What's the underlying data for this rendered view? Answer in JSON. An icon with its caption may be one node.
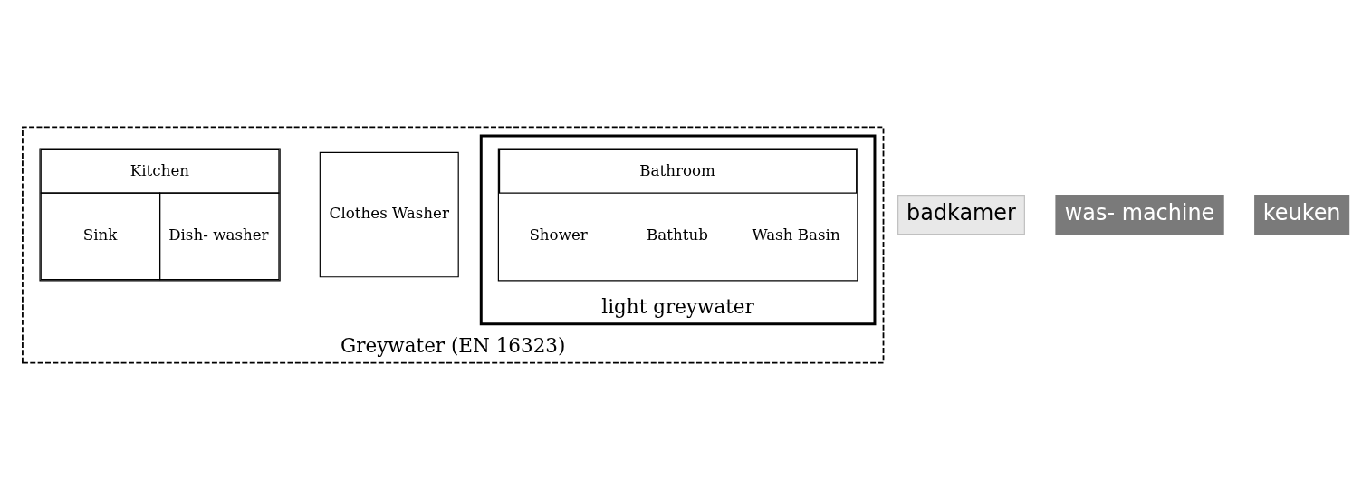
{
  "diagram": {
    "nodes": [
      {
        "text": [
          "Greywater (EN 16323)"
        ]
      },
      {
        "text": [
          "light greywater"
        ],
        "in": 0
      },
      {
        "text": [
          "Bathroom",
          "Shower",
          "Bathtub",
          "Wash Basin"
        ],
        "in": 1
      },
      {
        "text": [
          "Clothes Washer"
        ],
        "in": 0
      },
      {
        "text": [
          "Kitchen",
          "Sink",
          "Dish- washer"
        ],
        "in": 0
      },
      {
        "text": [
          "badkamer"
        ]
      },
      {
        "text": [
          "was- machine"
        ]
      },
      {
        "text": [
          "keuken"
        ]
      }
    ],
    "edges": []
  }
}
